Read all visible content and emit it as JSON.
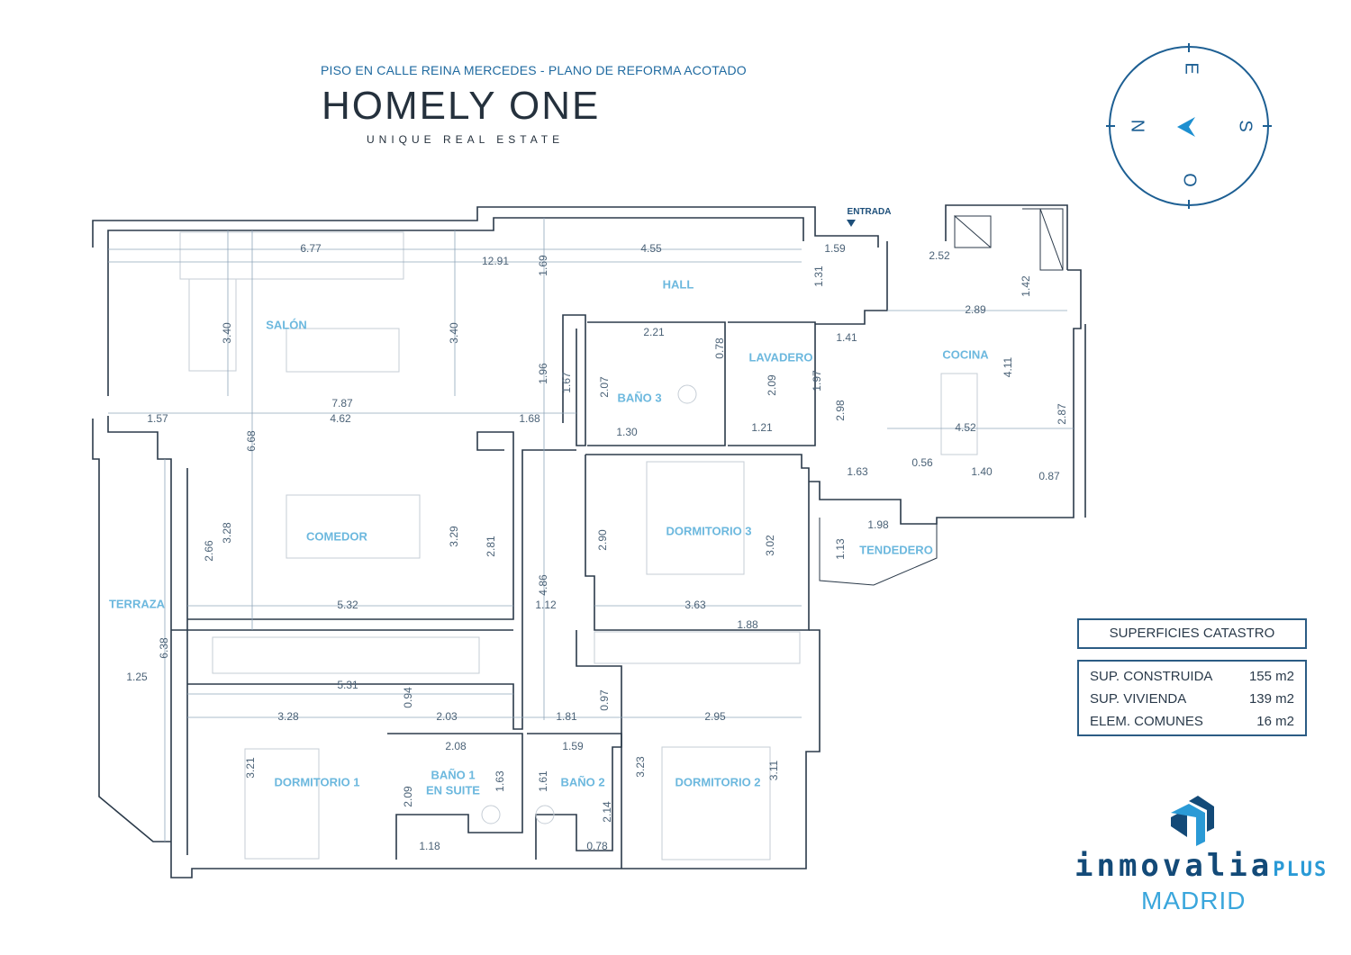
{
  "header": {
    "subtitle": "PISO EN CALLE REINA MERCEDES - PLANO DE REFORMA ACOTADO",
    "brand": "HOMELY ONE",
    "tagline": "UNIQUE REAL ESTATE"
  },
  "compass": {
    "north": "N",
    "east": "E",
    "south": "S",
    "west": "O"
  },
  "entrance_label": "ENTRADA",
  "rooms": {
    "salon": "SALÓN",
    "hall": "HALL",
    "lavadero": "LAVADERO",
    "cocina": "COCINA",
    "bano3": "BAÑO 3",
    "comedor": "COMEDOR",
    "dormitorio3": "DORMITORIO 3",
    "tendedero": "TENDEDERO",
    "terraza": "TERRAZA",
    "dormitorio1": "DORMITORIO 1",
    "bano1_l1": "BAÑO 1",
    "bano1_l2": "EN SUITE",
    "bano2": "BAÑO 2",
    "dormitorio2": "DORMITORIO 2"
  },
  "dimensions": [
    "6.77",
    "12.91",
    "4.55",
    "1.59",
    "1.69",
    "1.31",
    "3.40",
    "3.40",
    "2.52",
    "1.42",
    "2.89",
    "2.21",
    "0.78",
    "1.41",
    "1.96",
    "1.67",
    "2.07",
    "2.09",
    "1.97",
    "4.11",
    "2.98",
    "7.87",
    "4.62",
    "1.57",
    "1.68",
    "1.30",
    "1.21",
    "4.52",
    "2.87",
    "6.68",
    "1.63",
    "0.56",
    "1.40",
    "0.87",
    "1.98",
    "1.13",
    "2.66",
    "3.28",
    "3.29",
    "2.81",
    "2.90",
    "3.02",
    "4.86",
    "5.32",
    "1.12",
    "3.63",
    "1.88",
    "6.38",
    "1.25",
    "5.31",
    "0.94",
    "0.97",
    "3.28",
    "2.03",
    "1.81",
    "2.95",
    "2.08",
    "1.59",
    "3.21",
    "1.63",
    "1.61",
    "3.23",
    "3.11",
    "2.09",
    "2.14",
    "1.18",
    "0.78"
  ],
  "areas": {
    "title": "SUPERFICIES CATASTRO",
    "rows": [
      {
        "label": "SUP. CONSTRUIDA",
        "value": "155 m2"
      },
      {
        "label": "SUP. VIVIENDA",
        "value": "139 m2"
      },
      {
        "label": "ELEM. COMUNES",
        "value": "16 m2"
      }
    ]
  },
  "logo": {
    "word": "inmovalia",
    "plus": "PLUS",
    "city": "MADRID"
  },
  "colors": {
    "accent": "#6cb8de",
    "wall": "#2b3a4a",
    "brand": "#134a78"
  }
}
